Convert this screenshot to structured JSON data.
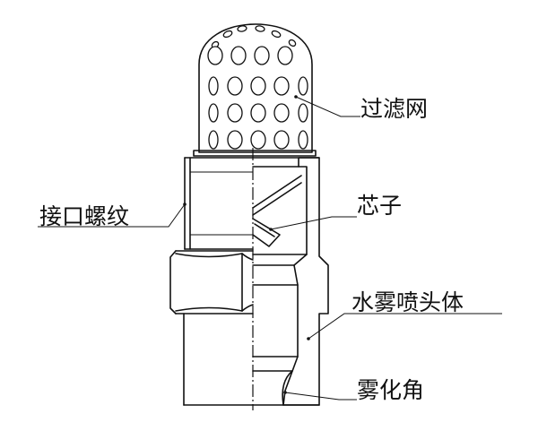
{
  "labels": {
    "filter_screen": "过滤网",
    "thread_connection": "接口螺纹",
    "core": "芯子",
    "nozzle_body": "水雾喷头体",
    "spray_angle": "雾化角"
  },
  "colors": {
    "line": "#111111",
    "background": "#ffffff"
  }
}
